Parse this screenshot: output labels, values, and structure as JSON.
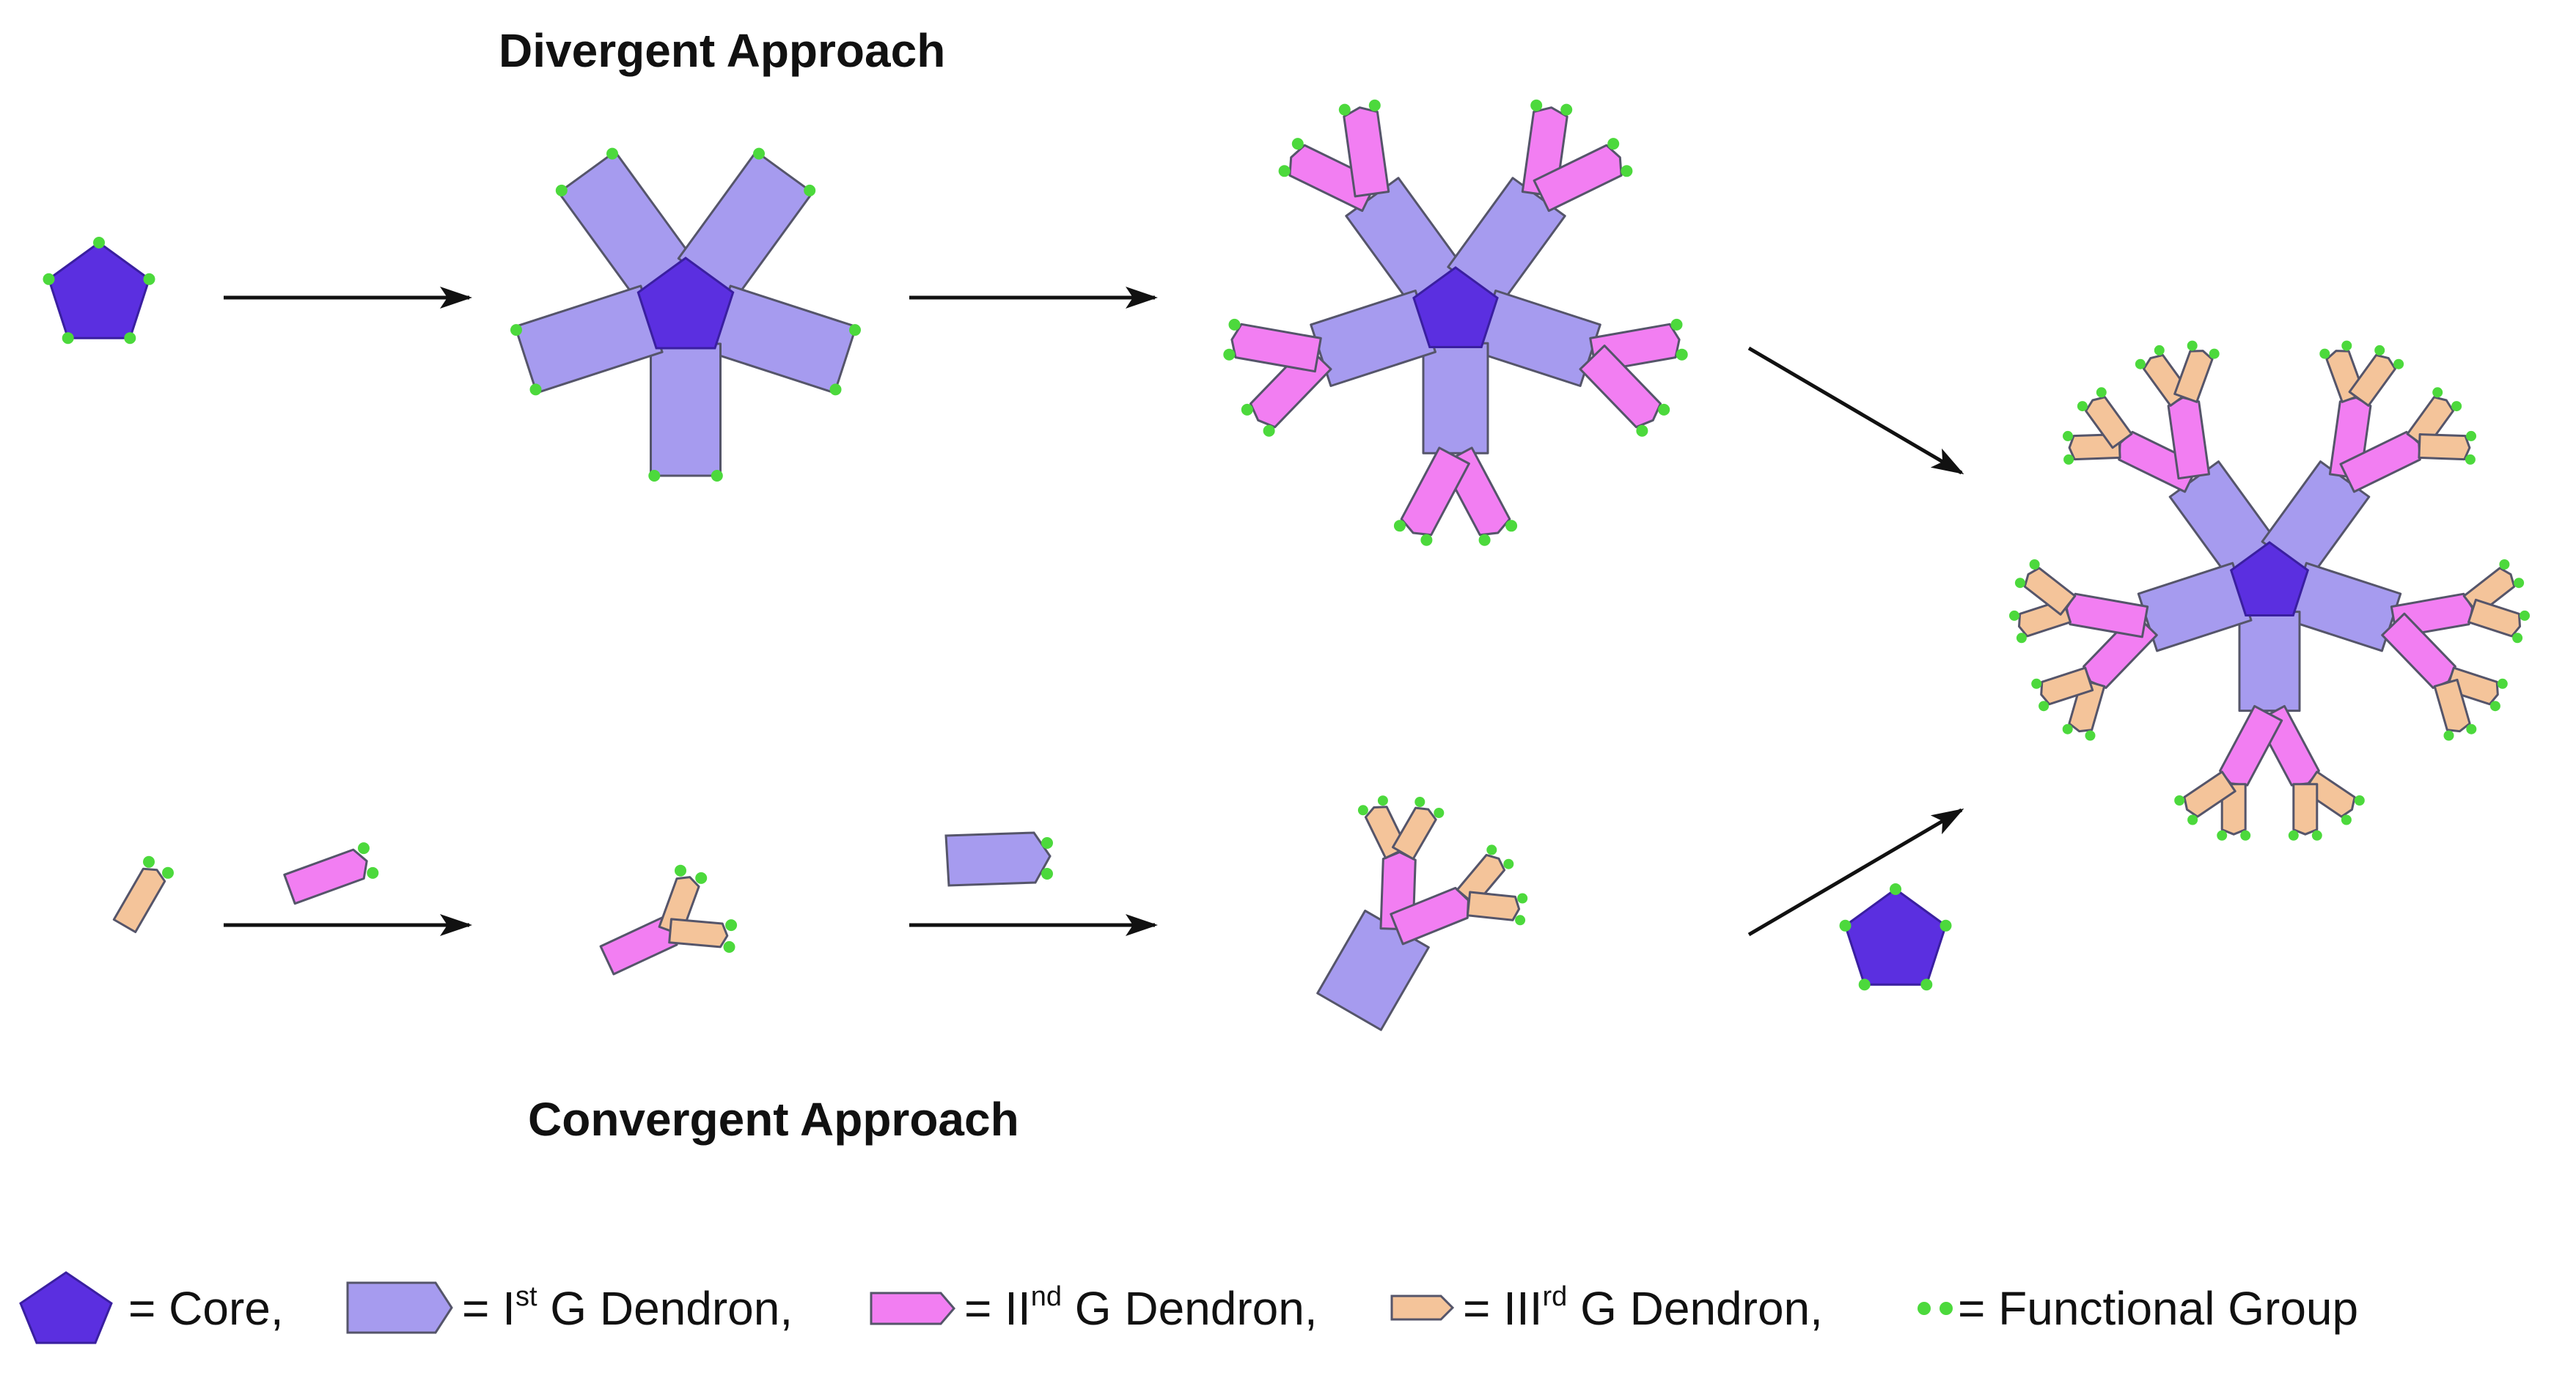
{
  "titles": {
    "divergent": "Divergent Approach",
    "convergent": "Convergent Approach"
  },
  "legend": {
    "core": "= Core,",
    "g1_prefix": "= I",
    "g1_sup": "st",
    "g1_suffix": " G Dendron,",
    "g2_prefix": "= II",
    "g2_sup": "nd",
    "g2_suffix": " G Dendron,",
    "g3_prefix": "= III",
    "g3_sup": "rd",
    "g3_suffix": " G Dendron,",
    "fg": "= Functional Group"
  },
  "colors": {
    "core": "#5b2fe0",
    "g1": "#a69bef",
    "g2": "#f27ef2",
    "g3": "#f4c49a",
    "functional_group": "#4cd93c",
    "outline": "#55556a",
    "arrow": "#111111"
  }
}
